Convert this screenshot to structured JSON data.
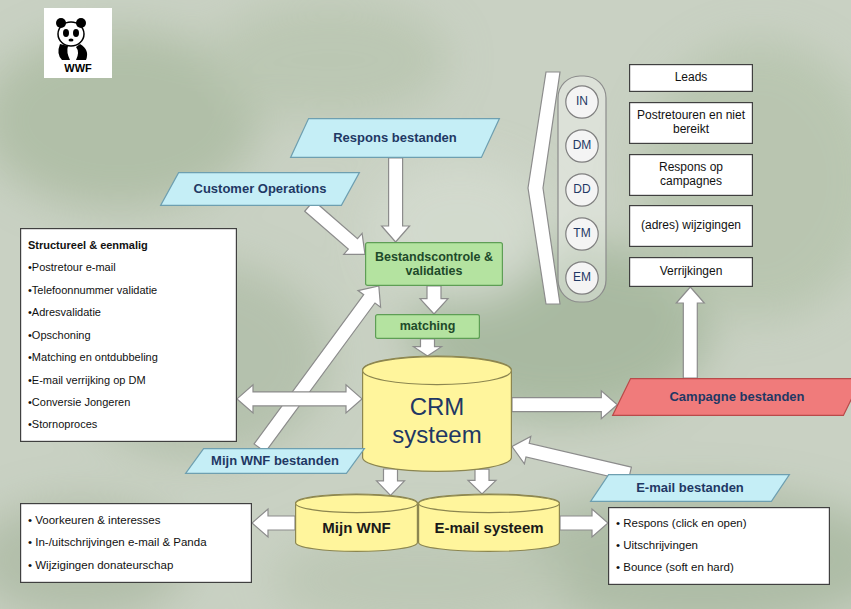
{
  "diagram": {
    "nodes": [
      {
        "text": [
          "IN"
        ]
      },
      {
        "text": [
          "DM"
        ]
      },
      {
        "text": [
          "DD"
        ]
      },
      {
        "text": [
          "TM"
        ]
      },
      {
        "text": [
          "EM"
        ]
      },
      {
        "text": [
          "Leads"
        ]
      },
      {
        "text": [
          "Postretouren en niet bereikt"
        ]
      },
      {
        "text": [
          "Respons op campagnes"
        ]
      },
      {
        "text": [
          "(adres) wijzigingen"
        ]
      },
      {
        "text": [
          "Verrijkingen"
        ]
      },
      {
        "text": [
          "Respons bestanden"
        ]
      },
      {
        "text": [
          "Customer Operations"
        ]
      },
      {
        "text": [
          "Bestandscontrole & validaties"
        ]
      },
      {
        "text": [
          "Structureel & eenmalig",
          "•Postretour e-mail",
          "•Telefoonnummer validatie",
          "•Adresvalidatie",
          "•Opschoning",
          "•Matching en ontdubbeling",
          "•E-mail verrijking op DM",
          "•Conversie Jongeren",
          "•Stornoproces"
        ]
      },
      {
        "text": [
          "matching"
        ]
      },
      {
        "text": [
          "CRM systeem"
        ]
      },
      {
        "text": [
          "Campagne bestanden"
        ]
      },
      {
        "text": [
          "Mijn WNF bestanden"
        ]
      },
      {
        "text": [
          "E-mail bestanden"
        ]
      },
      {
        "text": [
          "Mijn WNF"
        ]
      },
      {
        "text": [
          "E-mail systeem"
        ]
      },
      {
        "text": [
          "• Voorkeuren & interesses",
          "• In-/uitschrijvingen e-mail & Panda",
          "• Wijzigingen donateurschap"
        ]
      },
      {
        "text": [
          "• Respons (click en open)",
          "• Uitschrijvingen",
          "• Bounce (soft en hard)"
        ]
      }
    ],
    "edges": [
      {
        "from": 10,
        "to": 12,
        "arrow": "to"
      },
      {
        "from": 11,
        "to": 12,
        "arrow": "to"
      },
      {
        "from": 17,
        "to": 12,
        "arrow": "to"
      },
      {
        "from": 12,
        "to": 14,
        "arrow": "to"
      },
      {
        "from": 14,
        "to": 15,
        "arrow": "to"
      },
      {
        "from": 15,
        "to": 13,
        "arrow": "both"
      },
      {
        "from": 15,
        "to": 16,
        "arrow": "to"
      },
      {
        "from": 16,
        "to": 9,
        "arrow": "to"
      },
      {
        "from": 18,
        "to": 15,
        "arrow": "to"
      },
      {
        "from": 15,
        "to": 19,
        "arrow": "to"
      },
      {
        "from": 15,
        "to": 20,
        "arrow": "to"
      },
      {
        "from": 19,
        "to": 21,
        "arrow": "to"
      },
      {
        "from": 20,
        "to": 22,
        "arrow": "to"
      }
    ],
    "labels": [
      "WWF"
    ]
  }
}
